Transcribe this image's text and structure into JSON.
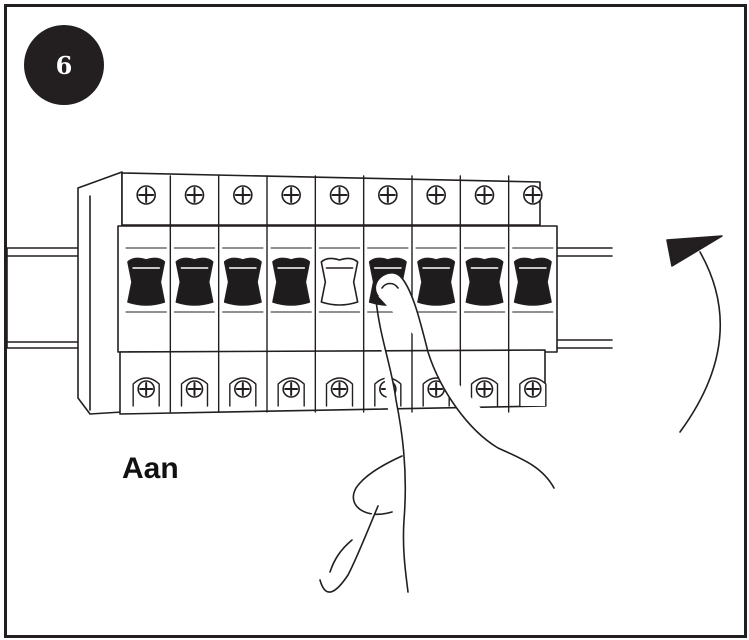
{
  "step": {
    "number": "6"
  },
  "caption": {
    "text": "Aan"
  },
  "breaker_count": 9,
  "colors": {
    "ink": "#231f20",
    "background": "#ffffff",
    "badge": "#231f20",
    "badge_text": "#ffffff"
  },
  "icons": {
    "rotation_arrow": "curved-arrow-icon",
    "hand": "pointing-finger-hand"
  }
}
